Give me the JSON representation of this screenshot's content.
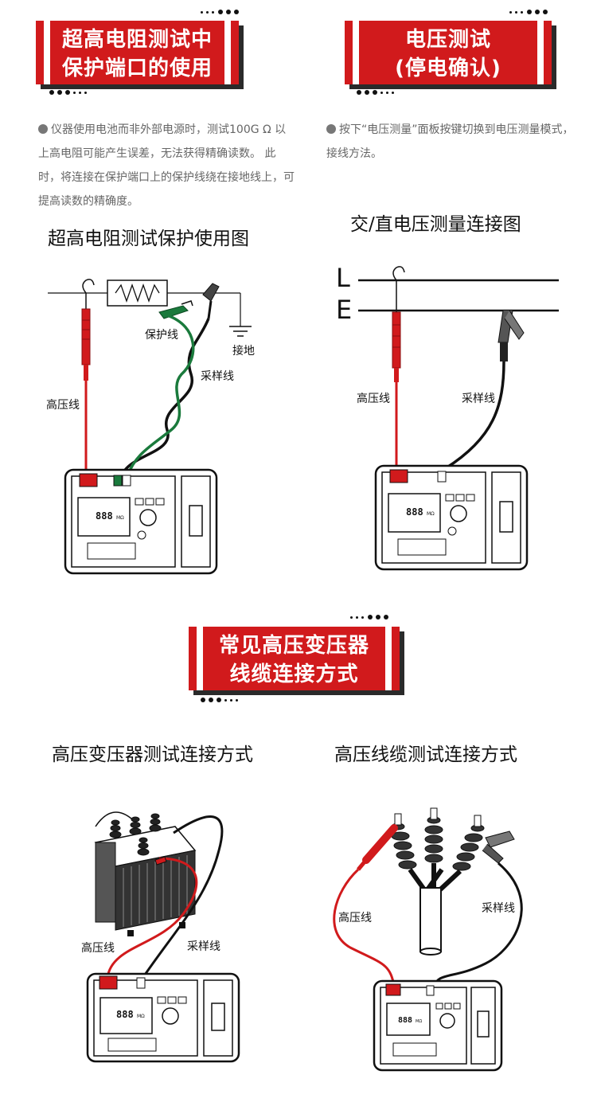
{
  "section1": {
    "banner_left": {
      "line1": "超高电阻测试中",
      "line2": "保护端口的使用"
    },
    "banner_right": {
      "line1": "电压测试",
      "line2": "(停电确认)"
    },
    "desc_left": "仪器使用电池而非外部电源时，测试100G Ω 以上高电阻可能产生误差，无法获得精确读数。 此时，将连接在保护端口上的保护线绕在接地线上，可提高读数的精确度。",
    "desc_right": "按下“电压测量”面板按键切换到电压测量模式，接线方法。",
    "title_left": "超高电阻测试保护使用图",
    "title_right": "交/直电压测量连接图",
    "labels_left": {
      "guard": "保护线",
      "ground": "接地",
      "sample": "采样线",
      "hv": "高压线"
    },
    "labels_right": {
      "L": "L",
      "E": "E",
      "hv": "高压线",
      "sample": "采样线"
    }
  },
  "section2": {
    "banner": {
      "line1": "常见高压变压器",
      "line2": "线缆连接方式"
    },
    "title_left": "高压变压器测试连接方式",
    "title_right": "高压线缆测试连接方式",
    "labels_left": {
      "hv": "高压线",
      "sample": "采样线"
    },
    "labels_right": {
      "hv": "高压线",
      "sample": "采样线"
    }
  },
  "device": {
    "display": "888",
    "unit": "MΩ"
  },
  "colors": {
    "accent": "#d11a1c",
    "guard_wire": "#1a7a3c",
    "sample_wire": "#111111"
  }
}
